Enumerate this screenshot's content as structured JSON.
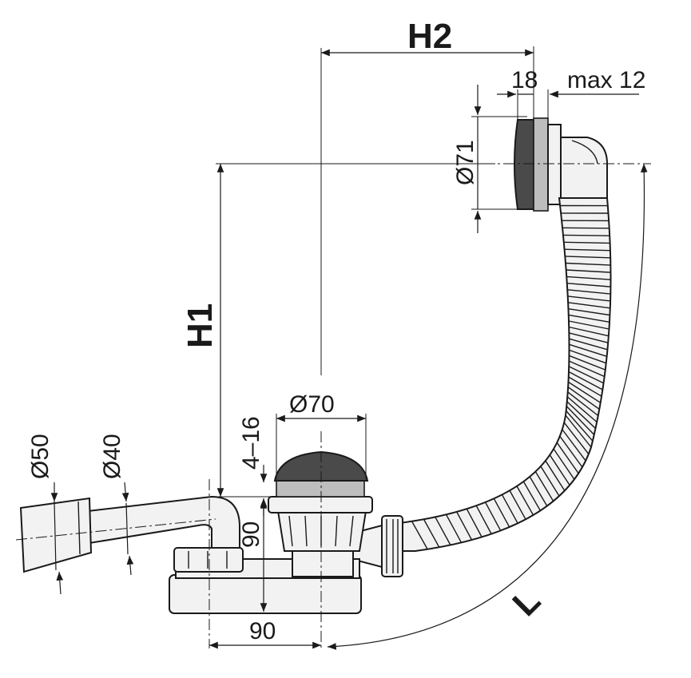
{
  "labels": {
    "h2": "H2",
    "h1": "H1",
    "l": "L",
    "d18": "18",
    "max12": "max 12",
    "d71": "Ø71",
    "d70": "Ø70",
    "range": "4–16",
    "h90": "90",
    "w90": "90",
    "d50": "Ø50",
    "d40": "Ø40"
  },
  "colors": {
    "line": "#1a1a1a",
    "plug": "#4a4a4a",
    "body": "#f2f2f2"
  }
}
